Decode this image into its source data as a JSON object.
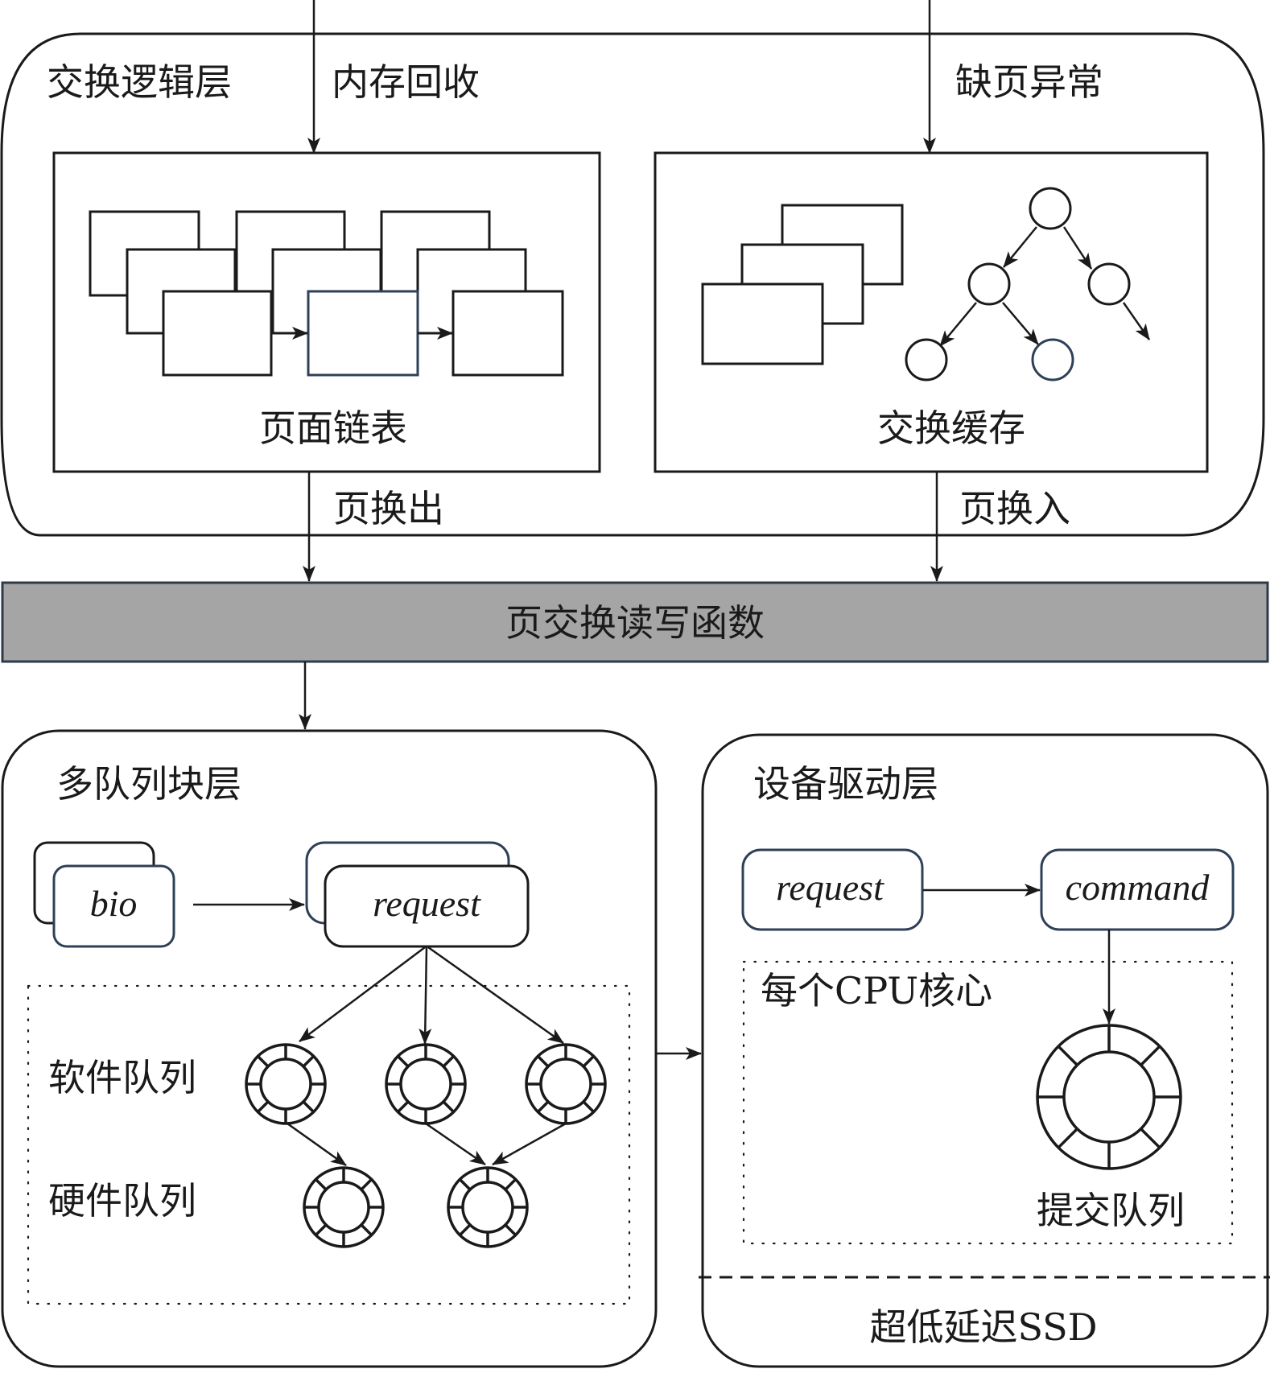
{
  "colors": {
    "line": "#1a1a1a",
    "accent_blue": "#2e4057",
    "bar_fill": "#a6a5a6",
    "bar_border": "#2e3a4a"
  },
  "swap_logic_layer": {
    "title": "交换逻辑层",
    "input_left": "内存回收",
    "input_right": "缺页异常",
    "page_list": {
      "label": "页面链表"
    },
    "swap_cache": {
      "label": "交换缓存"
    },
    "output_left": "页换出",
    "output_right": "页换入"
  },
  "rw_bar": {
    "label": "页交换读写函数"
  },
  "multiqueue_layer": {
    "title": "多队列块层",
    "bio_label": "bio",
    "request_label": "request",
    "software_queue_label": "软件队列",
    "hardware_queue_label": "硬件队列",
    "software_queue_count": 3,
    "hardware_queue_count": 2
  },
  "driver_layer": {
    "title": "设备驱动层",
    "request_label": "request",
    "command_label": "command",
    "per_cpu_label": "每个CPU核心",
    "submit_queue_label": "提交队列",
    "ssd_label": "超低延迟SSD"
  }
}
